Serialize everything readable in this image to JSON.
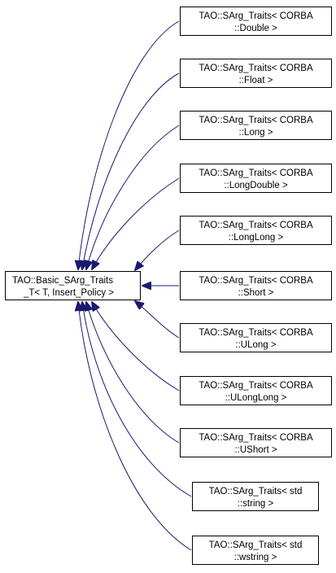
{
  "base_class": {
    "line1": "TAO::Basic_SArg_Traits",
    "line2": "_T< T, Insert_Policy >"
  },
  "derived_classes": [
    {
      "line1": "TAO::SArg_Traits< CORBA",
      "line2": "::Double >"
    },
    {
      "line1": "TAO::SArg_Traits< CORBA",
      "line2": "::Float >"
    },
    {
      "line1": "TAO::SArg_Traits< CORBA",
      "line2": "::Long >"
    },
    {
      "line1": "TAO::SArg_Traits< CORBA",
      "line2": "::LongDouble >"
    },
    {
      "line1": "TAO::SArg_Traits< CORBA",
      "line2": "::LongLong >"
    },
    {
      "line1": "TAO::SArg_Traits< CORBA",
      "line2": "::Short >"
    },
    {
      "line1": "TAO::SArg_Traits< CORBA",
      "line2": "::ULong >"
    },
    {
      "line1": "TAO::SArg_Traits< CORBA",
      "line2": "::ULongLong >"
    },
    {
      "line1": "TAO::SArg_Traits< CORBA",
      "line2": "::UShort >"
    },
    {
      "line1": "TAO::SArg_Traits< std",
      "line2": "::string >"
    },
    {
      "line1": "TAO::SArg_Traits< std",
      "line2": "::wstring >"
    }
  ],
  "colors": {
    "edge": "#191970",
    "node_border": "#000000",
    "node_fill": "#ffffff"
  }
}
